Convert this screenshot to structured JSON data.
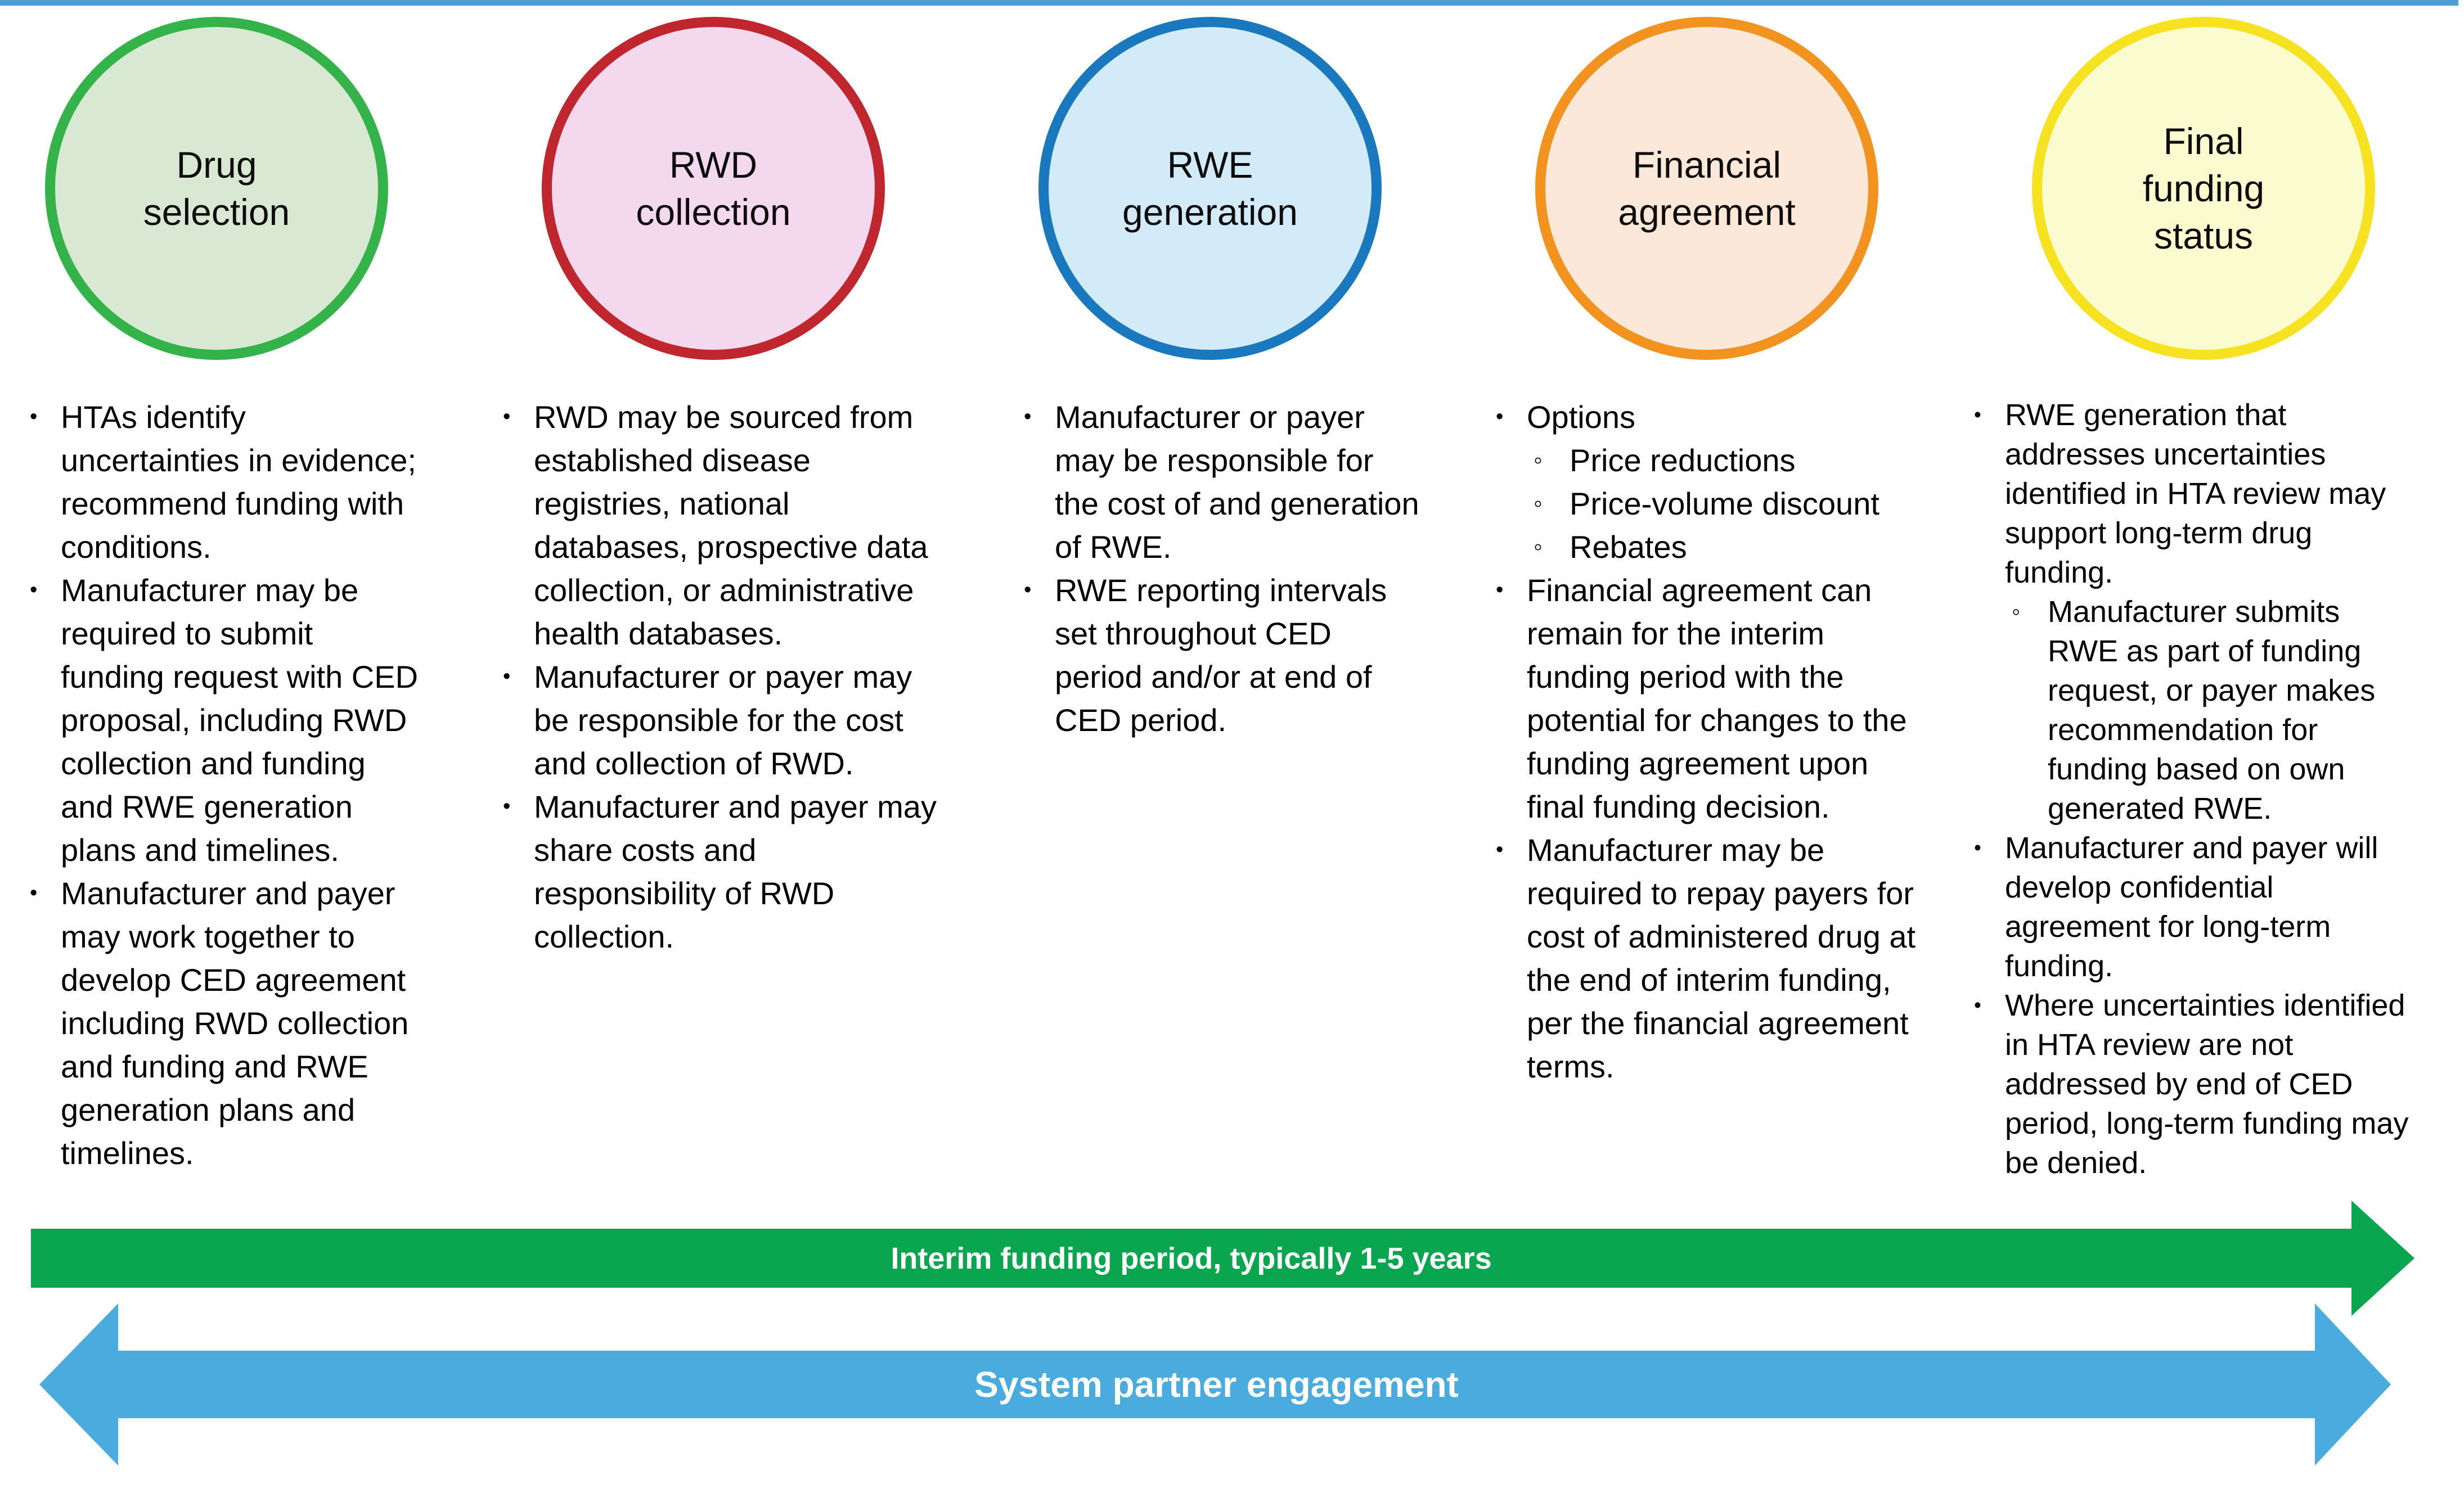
{
  "figure": {
    "timeline_color": "#4e9cd6",
    "text_color": "#000000",
    "background_color": "#ffffff"
  },
  "stages": [
    {
      "title": "Drug\nselection",
      "circle_fill": "#d9e8d2",
      "circle_border": "#35b34b",
      "bullets": [
        {
          "text": "HTAs identify\nuncertainties in evidence;\nrecommend funding with\nconditions."
        },
        {
          "text": "Manufacturer may be\nrequired to submit\nfunding request with CED\nproposal, including RWD\ncollection and funding\nand RWE generation\nplans and timelines."
        },
        {
          "text": "Manufacturer and payer\nmay work together to\ndevelop CED agreement\nincluding RWD collection\nand funding and RWE\ngeneration plans and\ntimelines."
        }
      ]
    },
    {
      "title": "RWD\ncollection",
      "circle_fill": "#f3d8ee",
      "circle_border": "#c0262d",
      "bullets": [
        {
          "text": "RWD may be sourced from\nestablished disease\nregistries, national\ndatabases, prospective data\ncollection, or administrative\nhealth databases."
        },
        {
          "text": "Manufacturer or payer may\nbe responsible for the cost\nand collection of RWD."
        },
        {
          "text": "Manufacturer and payer may\nshare costs and\nresponsibility of RWD\ncollection."
        }
      ]
    },
    {
      "title": "RWE\ngeneration",
      "circle_fill": "#d3ebf9",
      "circle_border": "#1a78be",
      "bullets": [
        {
          "text": "Manufacturer or payer\nmay be responsible for\nthe cost of and generation\nof RWE."
        },
        {
          "text": "RWE reporting intervals\nset throughout CED\nperiod and/or at end of\nCED period."
        }
      ]
    },
    {
      "title": "Financial\nagreement",
      "circle_fill": "#fce8d9",
      "circle_border": "#f2921f",
      "bullets": [
        {
          "text": "Options",
          "subs": [
            "Price reductions",
            "Price-volume discount",
            "Rebates"
          ]
        },
        {
          "text": "Financial agreement can\nremain for the interim\nfunding period with the\npotential for changes to the\nfunding agreement upon\nfinal funding decision."
        },
        {
          "text": "Manufacturer may be\nrequired to repay payers for\ncost of administered drug at\nthe end of interim funding,\nper the financial agreement\nterms."
        }
      ]
    },
    {
      "title": "Final\nfunding\nstatus",
      "circle_fill": "#fbfbd0",
      "circle_border": "#f6e220",
      "bullets": [
        {
          "text": "RWE generation that\naddresses uncertainties\nidentified in HTA review may\nsupport long-term drug\nfunding.",
          "subs": [
            "Manufacturer submits\nRWE as part of funding\nrequest, or payer makes\nrecommendation for\nfunding based on own\ngenerated RWE."
          ]
        },
        {
          "text": "Manufacturer and payer will\ndevelop confidential\nagreement for long-term\nfunding."
        },
        {
          "text": "Where uncertainties identified\nin HTA review are not\naddressed by end of CED\nperiod, long-term funding may\nbe denied."
        }
      ]
    }
  ],
  "arrows": {
    "interim_funding": {
      "label": "Interim funding period, typically 1-5 years",
      "color": "#0aa64f"
    },
    "system_engagement": {
      "label": "System partner engagement",
      "color": "#4aabdf"
    }
  }
}
